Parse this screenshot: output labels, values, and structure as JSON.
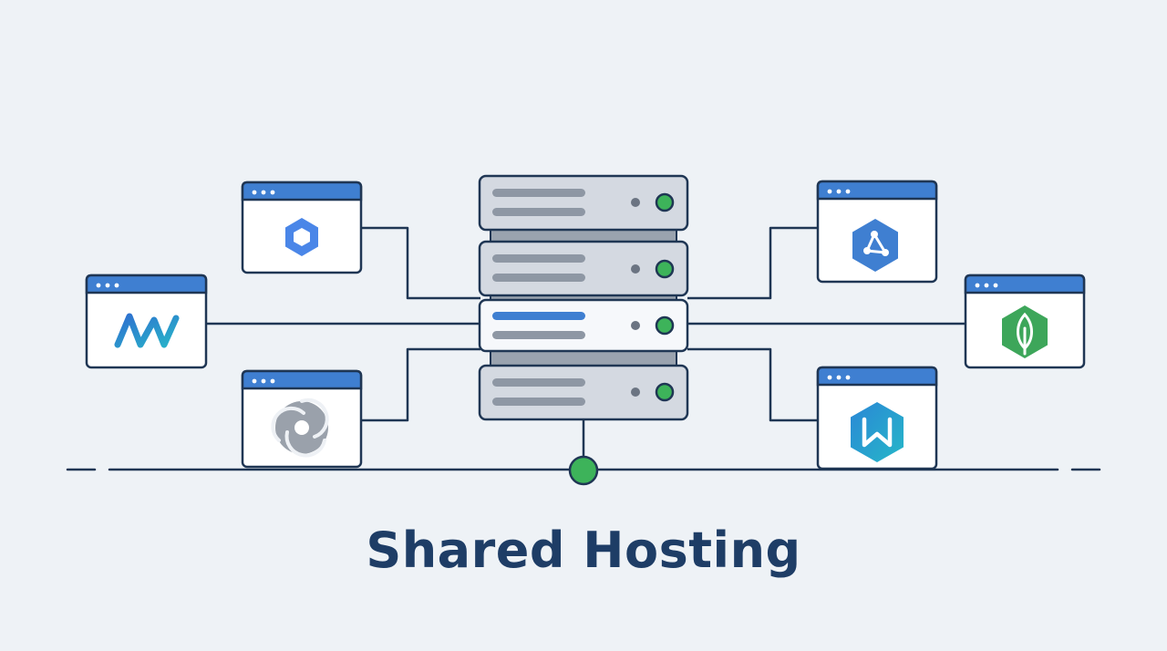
{
  "title": "Shared Hosting",
  "colors": {
    "background": "#eef2f6",
    "line": "#1f3654",
    "window_bar": "#3f7fd1",
    "server_body": "#d4d9e1",
    "server_slot": "#8e97a4",
    "highlight_slot": "#3f7fd1",
    "status_led": "#3db35a",
    "title_text": "#1e3d66"
  },
  "server": {
    "units": [
      {
        "name": "server-unit-1",
        "highlighted": false
      },
      {
        "name": "server-unit-2",
        "highlighted": false
      },
      {
        "name": "server-unit-3",
        "highlighted": true
      },
      {
        "name": "server-unit-4",
        "highlighted": false
      }
    ]
  },
  "sites": [
    {
      "name": "site-window-top-left",
      "icon": "hexagon-ring-logo-icon"
    },
    {
      "name": "site-window-mid-left",
      "icon": "av-letters-logo-icon"
    },
    {
      "name": "site-window-bottom-left",
      "icon": "swirl-aperture-logo-icon"
    },
    {
      "name": "site-window-top-right",
      "icon": "hexagon-nodes-logo-icon"
    },
    {
      "name": "site-window-mid-right",
      "icon": "hexagon-leaf-logo-icon"
    },
    {
      "name": "site-window-bottom-right",
      "icon": "hexagon-w-logo-icon"
    }
  ]
}
